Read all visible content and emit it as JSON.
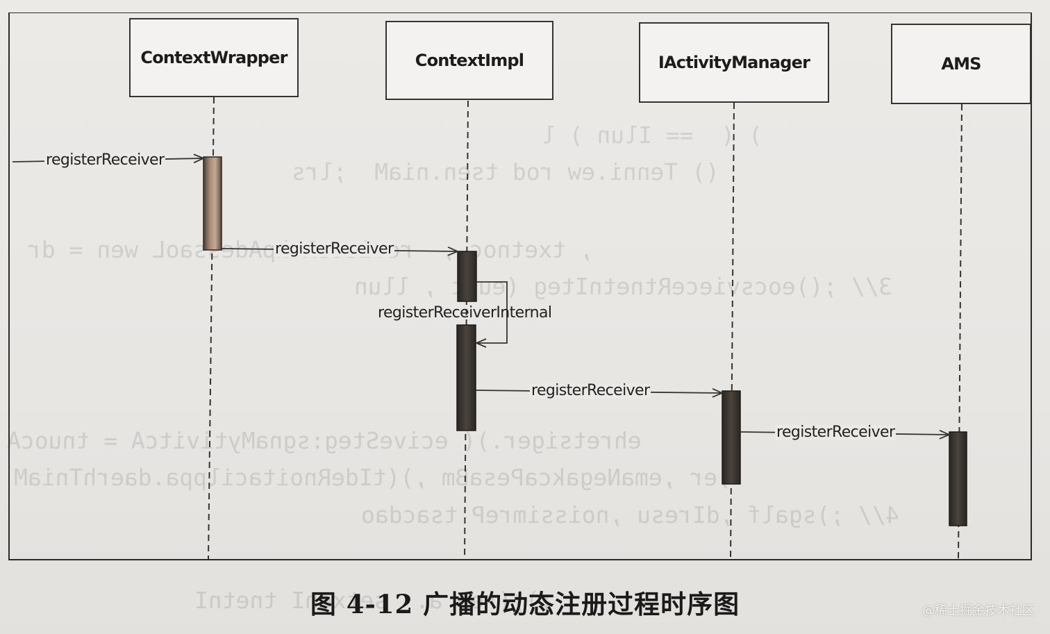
{
  "participants": [
    {
      "id": "context-wrapper",
      "label": "ContextWrapper"
    },
    {
      "id": "context-impl",
      "label": "ContextImpl"
    },
    {
      "id": "iactivity-manager",
      "label": "IActivityManager"
    },
    {
      "id": "ams",
      "label": "AMS"
    }
  ],
  "messages": [
    {
      "label": "registerReceiver"
    },
    {
      "label": "registerReceiver"
    },
    {
      "label": "registerReceiverInternal"
    },
    {
      "label": "registerReceiver"
    },
    {
      "label": "registerReceiver"
    }
  ],
  "caption": "图 4-12   广播的动态注册过程时序图",
  "watermark": "@稀土掘金技术社区"
}
